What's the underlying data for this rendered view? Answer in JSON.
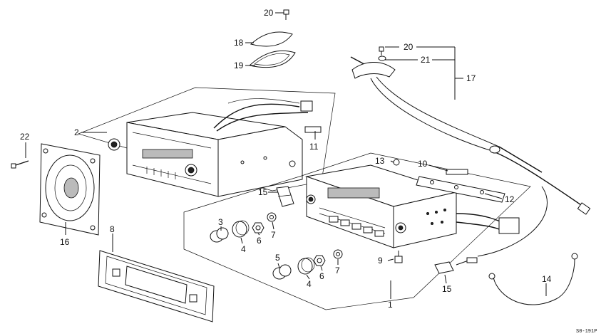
{
  "diagram": {
    "callouts": [
      "1",
      "2",
      "3",
      "4",
      "4",
      "5",
      "6",
      "6",
      "7",
      "7",
      "8",
      "9",
      "10",
      "11",
      "12",
      "13",
      "14",
      "15",
      "15",
      "16",
      "17",
      "18",
      "19",
      "20",
      "20",
      "21",
      "22"
    ],
    "code": "S0-191P"
  }
}
